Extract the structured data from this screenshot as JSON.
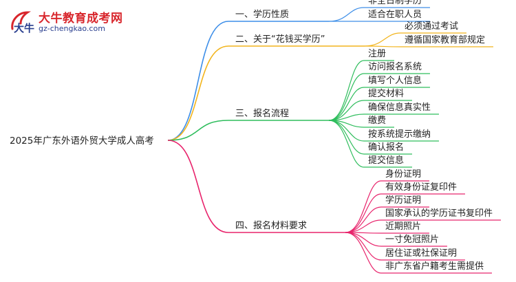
{
  "logo": {
    "title": "大牛教育成考网",
    "url": "gz-chengkao.com",
    "mark_glyph": "大牛"
  },
  "root": "2025年广东外语外贸大学成人高考",
  "colors": {
    "branch1": "#3d8ee8",
    "branch2": "#f2b41b",
    "branch3": "#2ebd5c",
    "branch4": "#e8246c",
    "logo_red": "#d8262c",
    "logo_blue": "#2a3f8f"
  },
  "branches": [
    {
      "label": "一、学历性质",
      "children": [
        "非全日制学历",
        "适合在职人员"
      ]
    },
    {
      "label": "二、关于“花钱买学历”",
      "children": [
        "必须通过考试",
        "遵循国家教育部规定"
      ]
    },
    {
      "label": "三、报名流程",
      "children": [
        "注册",
        "访问报名系统",
        "填写个人信息",
        "提交材料",
        "确保信息真实性",
        "缴费",
        "按系统提示缴纳",
        "确认报名",
        "提交信息"
      ]
    },
    {
      "label": "四、报名材料要求",
      "children": [
        "身份证明",
        "有效身份证复印件",
        "学历证明",
        "国家承认的学历证书复印件",
        "近期照片",
        "一寸免冠照片",
        "居住证或社保证明",
        "非广东省户籍考生需提供"
      ]
    }
  ]
}
